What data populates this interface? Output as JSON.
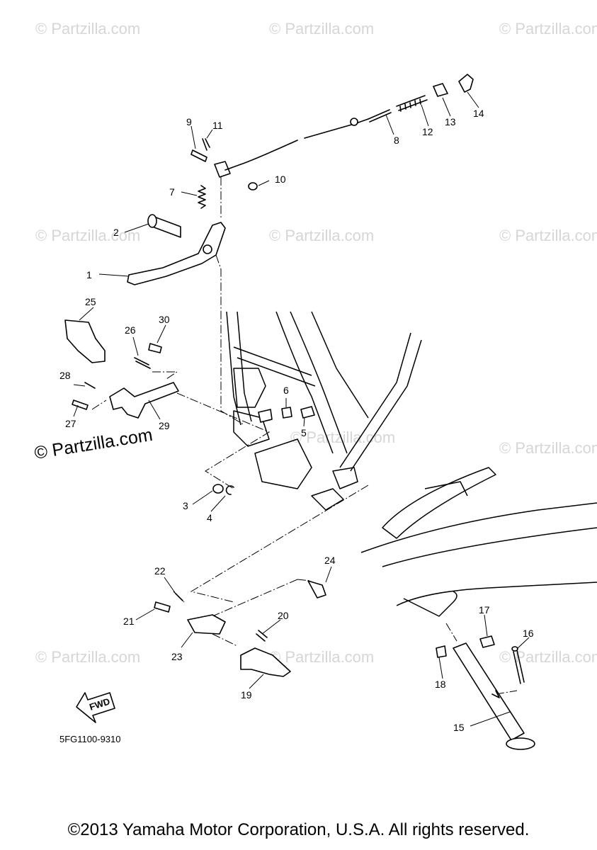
{
  "watermark_text": "© Partzilla.com",
  "diagram_code": "5FG1100-9310",
  "fwd_label": "FWD",
  "copyright": "©2013 Yamaha Motor Corporation, U.S.A. All rights reserved.",
  "callouts": {
    "c1": "1",
    "c2": "2",
    "c3": "3",
    "c4": "4",
    "c5": "5",
    "c6": "6",
    "c7": "7",
    "c8": "8",
    "c9": "9",
    "c10": "10",
    "c11": "11",
    "c12": "12",
    "c13": "13",
    "c14": "14",
    "c15": "15",
    "c16": "16",
    "c17": "17",
    "c18": "18",
    "c19": "19",
    "c20": "20",
    "c21": "21",
    "c22": "22",
    "c23": "23",
    "c24": "24",
    "c25": "25",
    "c26": "26",
    "c27": "27",
    "c28": "28",
    "c29": "29",
    "c30": "30"
  }
}
